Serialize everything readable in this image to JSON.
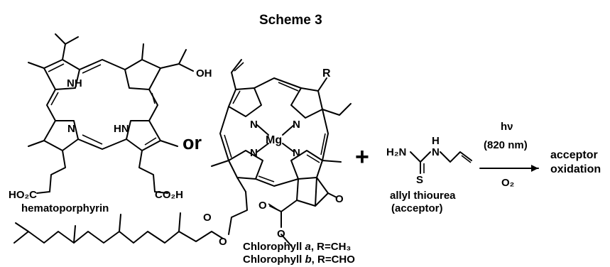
{
  "title": "Scheme 3",
  "connector_or": "or",
  "plus_sign": "+",
  "hematoporphyrin": {
    "name": "hematoporphyrin",
    "atom_nh_top": "NH",
    "atom_n_left": "N",
    "atom_hn_right": "HN",
    "atom_oh": "OH",
    "group_co2h_left": "HO₂C",
    "group_co2h_right": "CO₂H"
  },
  "chlorophyll": {
    "name_a": "Chlorophyll a, R=CH₃",
    "name_b": "Chlorophyll b, R=CHO",
    "label_a_prefix": "Chlorophyll ",
    "label_a_italic": "a",
    "label_a_suffix": ", R=CH₃",
    "label_b_prefix": "Chlorophyll ",
    "label_b_italic": "b",
    "label_b_suffix": ", R=CHO",
    "atom_r": "R",
    "atom_mg": "Mg",
    "atom_n1": "N",
    "atom_n2": "N",
    "atom_n3": "N",
    "atom_n4": "N",
    "atom_o_ketone": "O",
    "atom_o_ester1": "O",
    "atom_o_ester2": "O",
    "atom_o_phytyl1": "O",
    "atom_o_phytyl2": "O"
  },
  "thiourea": {
    "name": "allyl thiourea",
    "role": "(acceptor)",
    "atom_h2n": "H₂N",
    "atom_nh": "N",
    "atom_h": "H",
    "atom_s": "S"
  },
  "reaction": {
    "light": "hν",
    "wavelength": "(820 nm)",
    "oxidant": "O₂",
    "product_line1": "acceptor",
    "product_line2": "oxidation"
  }
}
